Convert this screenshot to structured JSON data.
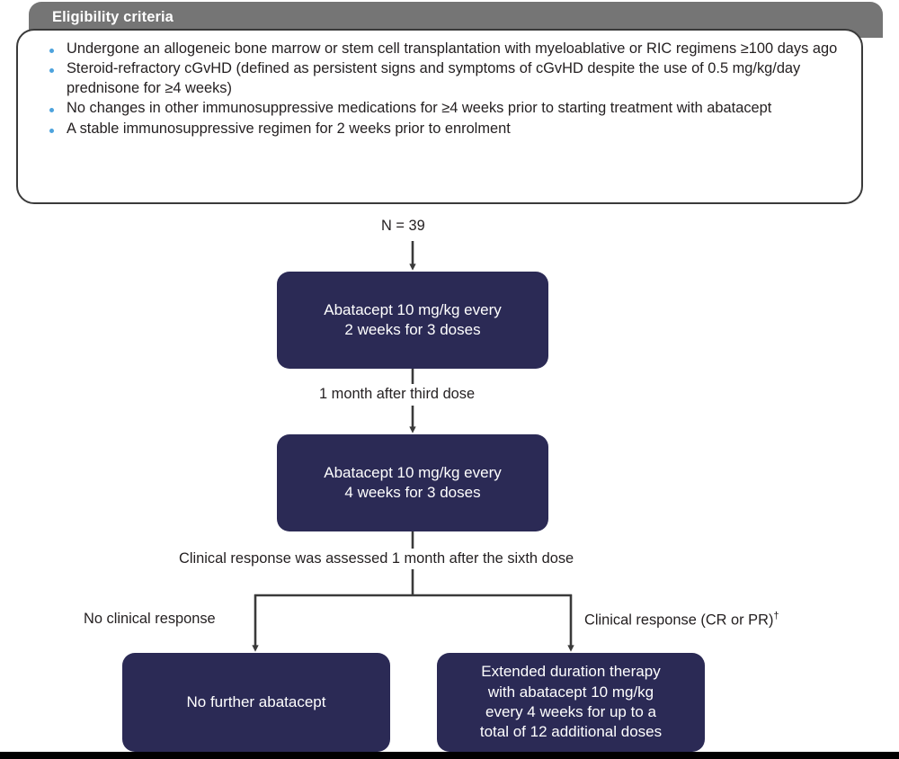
{
  "criteria": {
    "header_title": "Eligibility criteria",
    "bullet_color": "#4da3dd",
    "header_bg": "#757575",
    "items": [
      "Undergone an allogeneic bone marrow or stem cell transplantation with myeloablative or RIC regimens ≥100 days ago",
      "Steroid-refractory cGvHD (defined as persistent signs and symptoms of cGvHD despite the use of 0.5 mg/kg/day prednisone for ≥4 weeks)",
      "No changes in other immunosuppressive medications for ≥4 weeks prior to starting treatment with abatacept",
      "A stable immunosuppressive regimen for 2 weeks prior to enrolment"
    ]
  },
  "flow": {
    "node_color": "#2b2a55",
    "connector_color": "#3a3a3a",
    "enrolment_label": "N = 39",
    "node_dose_1_line_1": "Abatacept 10 mg/kg every",
    "node_dose_1_line_2": "2 weeks for 3 doses",
    "interval_label": "1 month after third dose",
    "node_dose_2_line_1": "Abatacept 10 mg/kg every",
    "node_dose_2_line_2": "4 weeks for 3 doses",
    "assessment_label": "Clinical response was assessed 1 month after the sixth dose",
    "branch_left_label": "No clinical response",
    "branch_right_label": "Clinical response (CR or PR)",
    "branch_right_marker": "†",
    "node_no_further": "No further abatacept",
    "node_extended_line_1": "Extended duration therapy",
    "node_extended_line_2": "with abatacept 10 mg/kg",
    "node_extended_line_3": "every 4 weeks for up to a",
    "node_extended_line_4": "total of 12 additional doses"
  },
  "chart_data": {
    "type": "flowchart",
    "title": "Abatacept cGvHD study flow",
    "nodes": [
      {
        "id": "enrolment",
        "label": "N = 39",
        "kind": "label"
      },
      {
        "id": "dose1",
        "label": "Abatacept 10 mg/kg every 2 weeks for 3 doses",
        "kind": "process"
      },
      {
        "id": "dose2",
        "label": "Abatacept 10 mg/kg every 4 weeks for 3 doses",
        "kind": "process"
      },
      {
        "id": "assessment",
        "label": "Clinical response was assessed 1 month after the sixth dose",
        "kind": "label"
      },
      {
        "id": "no-further",
        "label": "No further abatacept",
        "kind": "process"
      },
      {
        "id": "extended",
        "label": "Extended duration therapy with abatacept 10 mg/kg every 4 weeks for up to a total of 12 additional doses",
        "kind": "process"
      }
    ],
    "edges": [
      {
        "from": "enrolment",
        "to": "dose1",
        "label": ""
      },
      {
        "from": "dose1",
        "to": "dose2",
        "label": "1 month after third dose"
      },
      {
        "from": "dose2",
        "to": "assessment",
        "label": ""
      },
      {
        "from": "assessment",
        "to": "no-further",
        "label": "No clinical response"
      },
      {
        "from": "assessment",
        "to": "extended",
        "label": "Clinical response (CR or PR)†"
      }
    ]
  }
}
